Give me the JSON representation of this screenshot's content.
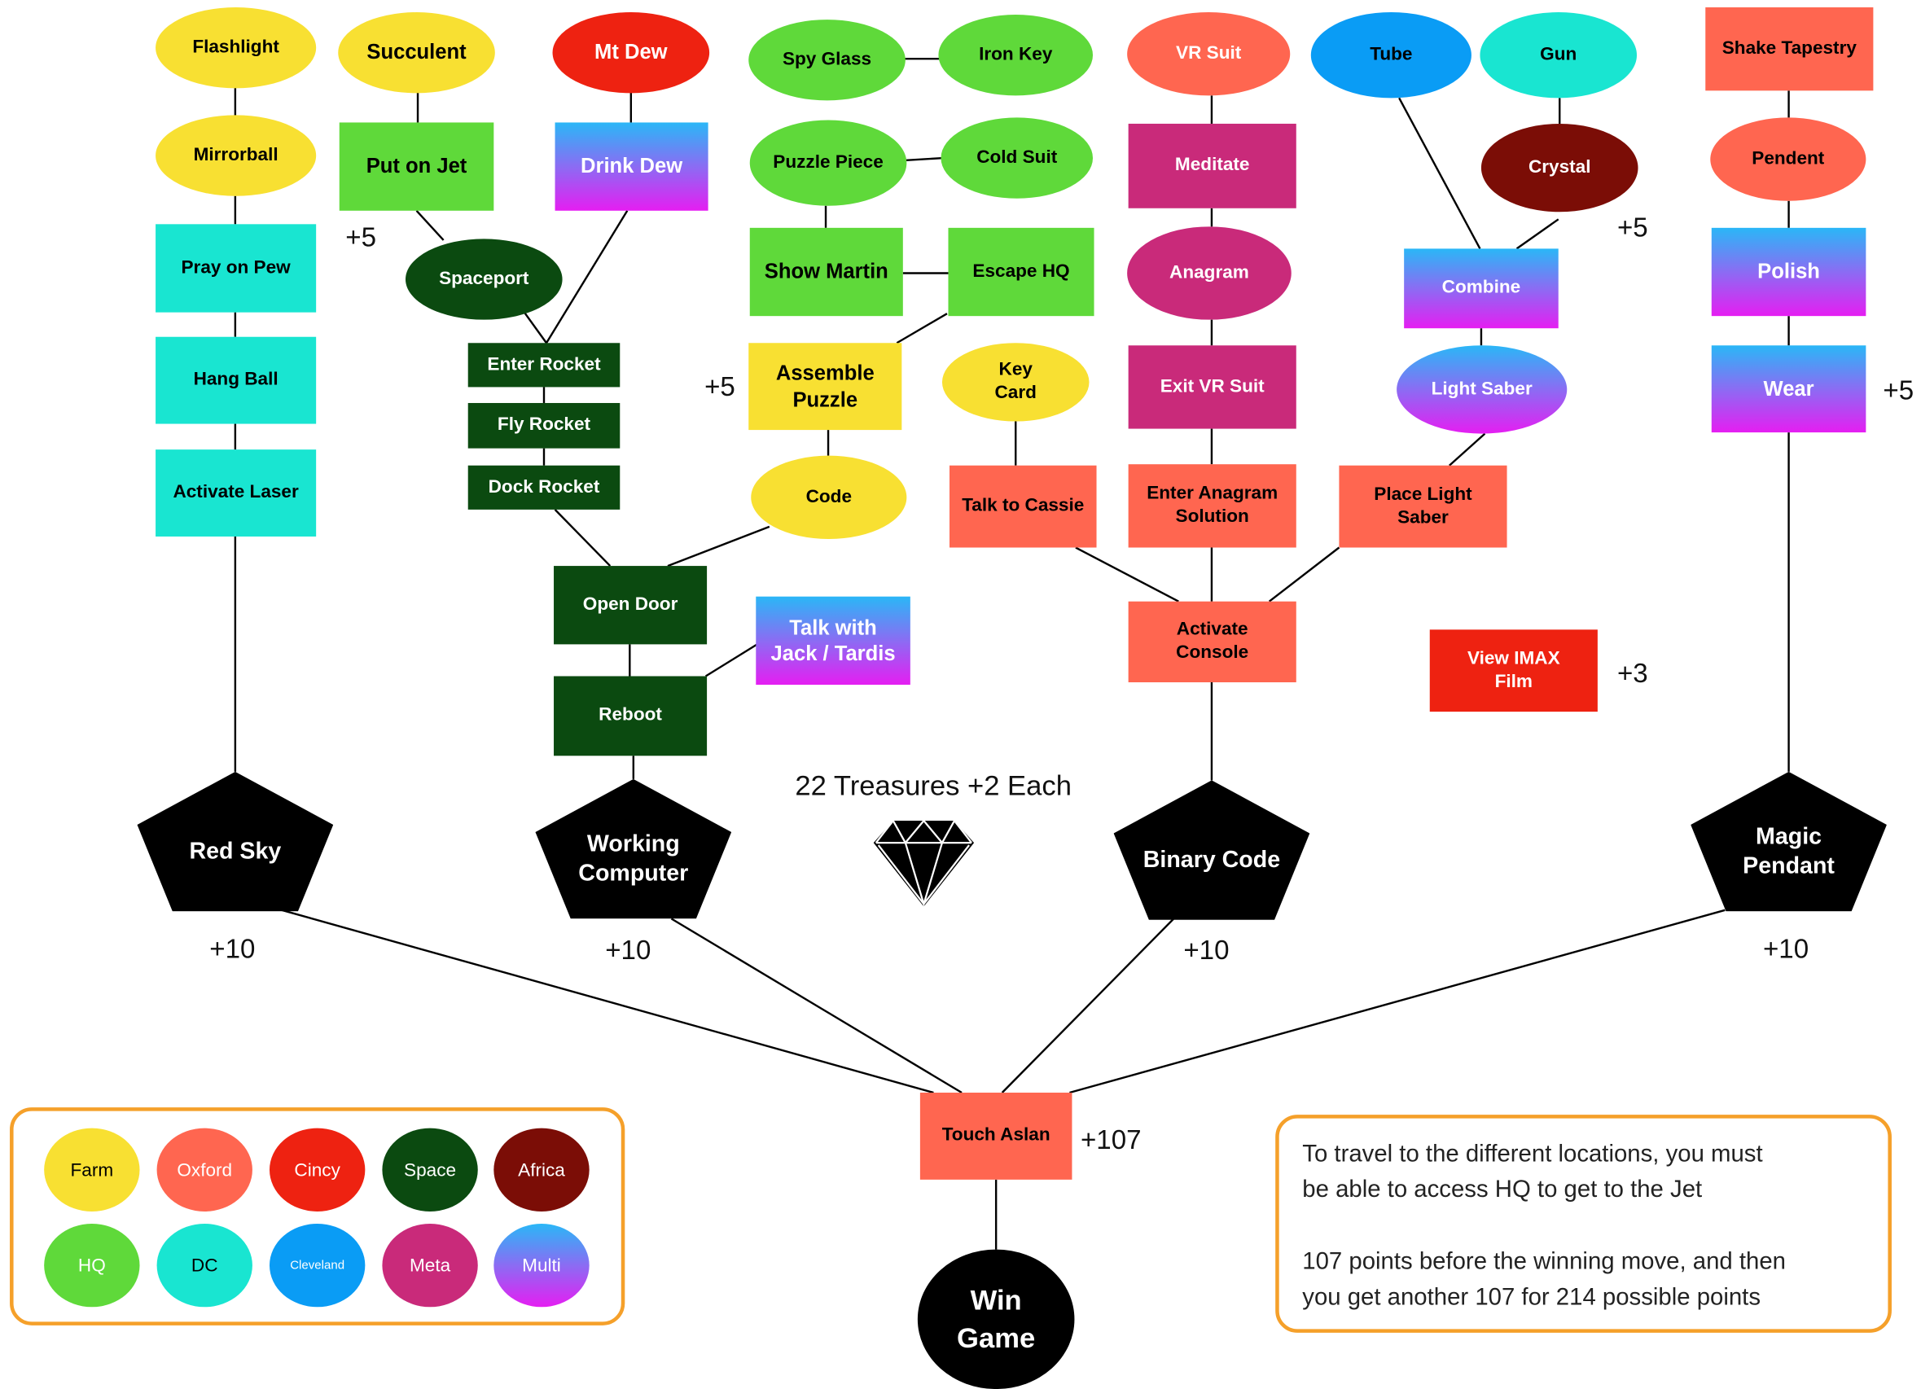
{
  "nodes": {
    "flashlight": "Flashlight",
    "mirrorball": "Mirrorball",
    "pray_on_pew": "Pray on Pew",
    "hang_ball": "Hang Ball",
    "activate_laser": "Activate Laser",
    "succulent": "Succulent",
    "put_on_jet": "Put on Jet",
    "spaceport": "Spaceport",
    "mt_dew": "Mt Dew",
    "drink_dew": "Drink Dew",
    "enter_rocket": "Enter Rocket",
    "fly_rocket": "Fly Rocket",
    "dock_rocket": "Dock Rocket",
    "spy_glass": "Spy Glass",
    "iron_key": "Iron Key",
    "puzzle_piece": "Puzzle Piece",
    "cold_suit": "Cold Suit",
    "show_martin": "Show Martin",
    "escape_hq": "Escape HQ",
    "assemble_puzzle": "Assemble\nPuzzle",
    "key_card": "Key\nCard",
    "code": "Code",
    "talk_to_cassie": "Talk to Cassie",
    "open_door": "Open Door",
    "talk_with_jack": "Talk with\nJack / Tardis",
    "reboot": "Reboot",
    "vr_suit": "VR Suit",
    "meditate": "Meditate",
    "anagram": "Anagram",
    "exit_vr_suit": "Exit VR Suit",
    "enter_anagram_solution": "Enter Anagram\nSolution",
    "activate_console": "Activate\nConsole",
    "tube": "Tube",
    "gun": "Gun",
    "crystal": "Crystal",
    "combine": "Combine",
    "light_saber": "Light Saber",
    "place_light_saber": "Place Light\nSaber",
    "view_imax_film": "View IMAX\nFilm",
    "shake_tapestry": "Shake Tapestry",
    "pendent": "Pendent",
    "polish": "Polish",
    "wear": "Wear",
    "red_sky": "Red Sky",
    "working_computer": "Working\nComputer",
    "binary_code": "Binary Code",
    "magic_pendant": "Magic\nPendant",
    "touch_aslan": "Touch Aslan",
    "win_game": "Win\nGame"
  },
  "scores": {
    "put_on_jet": "+5",
    "assemble_puzzle": "+5",
    "crystal": "+5",
    "wear": "+5",
    "view_imax_film": "+3",
    "red_sky": "+10",
    "working_computer": "+10",
    "binary_code": "+10",
    "magic_pendant": "+10",
    "touch_aslan": "+107"
  },
  "treasures": {
    "label": "22 Treasures +2 Each",
    "icon": "diamond-icon"
  },
  "legend": [
    {
      "label": "Farm",
      "color": "#f8e032"
    },
    {
      "label": "Oxford",
      "color": "#ff6650"
    },
    {
      "label": "Cincy",
      "color": "#ee2211"
    },
    {
      "label": "Space",
      "color": "#0b4a10"
    },
    {
      "label": "Africa",
      "color": "#7b0d06"
    },
    {
      "label": "HQ",
      "color": "#5fd93a"
    },
    {
      "label": "DC",
      "color": "#19e5d1"
    },
    {
      "label": "Cleveland",
      "color": "#0a9cf5"
    },
    {
      "label": "Meta",
      "color": "#c92a7a"
    },
    {
      "label": "Multi",
      "color": "gradient"
    }
  ],
  "note": {
    "line1": "To travel to the different locations, you must\nbe able to access HQ to get to the Jet",
    "line2": "107 points before the winning move, and then\nyou get another 107 for 214 possible points"
  }
}
